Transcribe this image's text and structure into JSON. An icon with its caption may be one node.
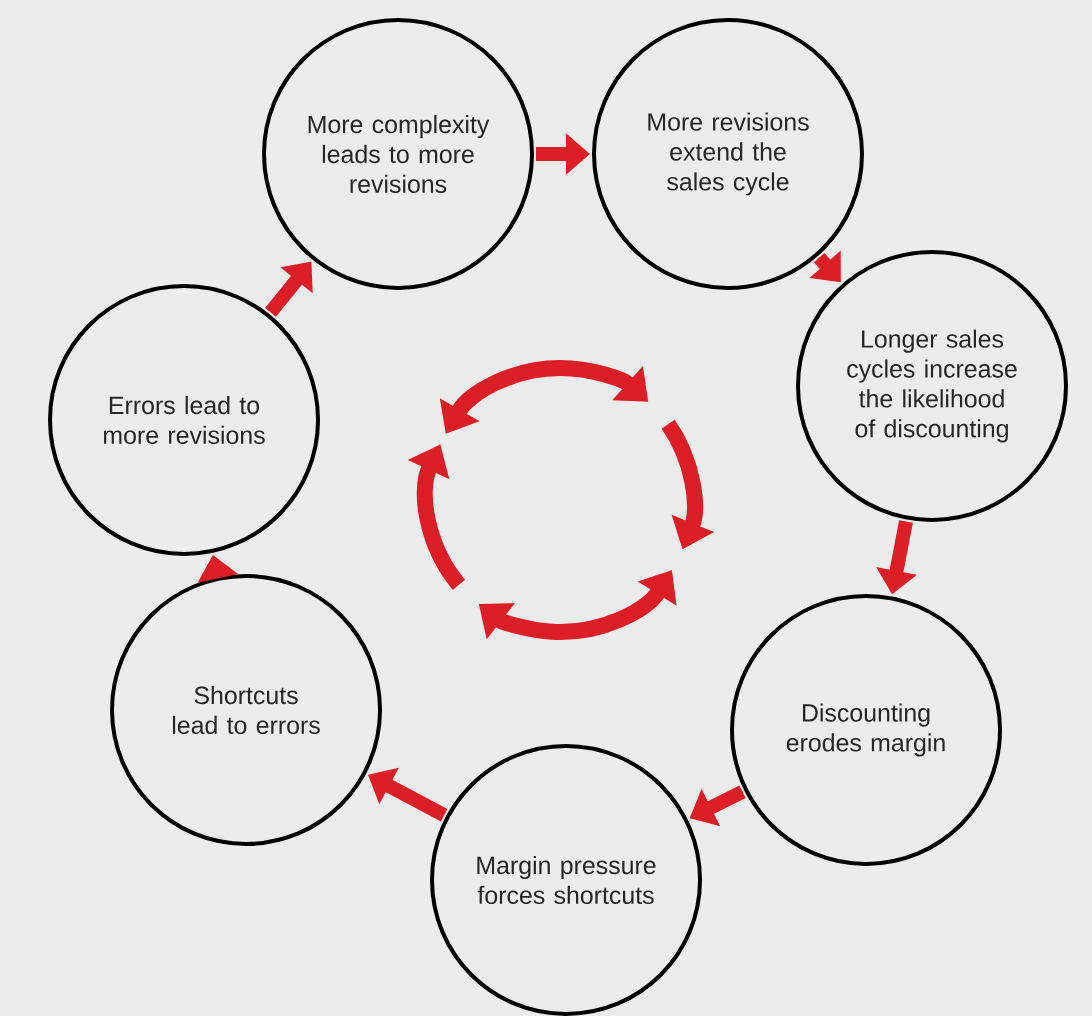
{
  "diagram": {
    "nodes": [
      {
        "text": [
          "More complexity leads to more revisions"
        ]
      },
      {
        "text": [
          "More revisions extend the sales cycle"
        ]
      },
      {
        "text": [
          "Longer sales cycles increase the likelihood of discounting"
        ]
      },
      {
        "text": [
          "Discounting erodes margin"
        ]
      },
      {
        "text": [
          "Margin pressure forces shortcuts"
        ]
      },
      {
        "text": [
          "Shortcuts lead to errors"
        ]
      },
      {
        "text": [
          "Errors lead to more revisions"
        ]
      }
    ],
    "edges": [
      {
        "from": 0,
        "to": 1,
        "arrow": "to"
      },
      {
        "from": 1,
        "to": 2,
        "arrow": "to"
      },
      {
        "from": 2,
        "to": 3,
        "arrow": "to"
      },
      {
        "from": 3,
        "to": 4,
        "arrow": "to"
      },
      {
        "from": 4,
        "to": 5,
        "arrow": "to"
      },
      {
        "from": 5,
        "to": 6,
        "arrow": "to"
      },
      {
        "from": 6,
        "to": 0,
        "arrow": "to"
      }
    ]
  }
}
